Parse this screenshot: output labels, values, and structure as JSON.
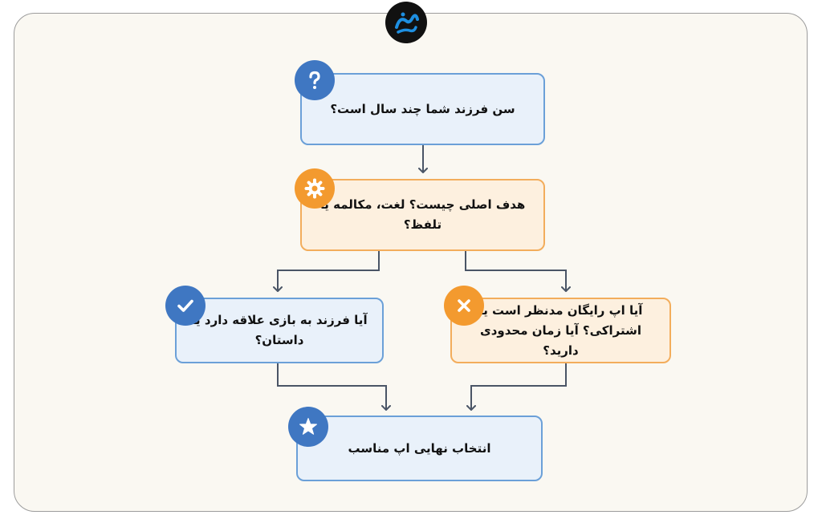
{
  "diagram": {
    "nodes": {
      "age_question": "سن فرزند شما چند سال است؟",
      "main_goal": "هدف اصلی چیست؟ لغت، مکالمه یا تلفظ؟",
      "interest_question": "آیا فرزند به بازی علاقه دارد یا داستان؟",
      "free_or_subscription": "آیا اپ رایگان مدنظر است یا اشتراکی؟ آیا زمان محدودی دارید؟",
      "final_choice": "انتخاب نهایی اپ مناسب"
    },
    "icons": {
      "age_question": "question-mark-icon",
      "main_goal": "gear-icon",
      "interest_question": "checkmark-icon",
      "free_or_subscription": "x-mark-icon",
      "final_choice": "star-icon",
      "brand": "brand-logo"
    }
  },
  "colors": {
    "blue_fill": "#e9f1fa",
    "blue_border": "#6ba0d8",
    "blue_badge": "#3f77c2",
    "orange_fill": "#fdf0df",
    "orange_border": "#f3ad5c",
    "orange_badge": "#f39a2f",
    "arrow": "#4a5566",
    "background": "#faf8f2"
  }
}
